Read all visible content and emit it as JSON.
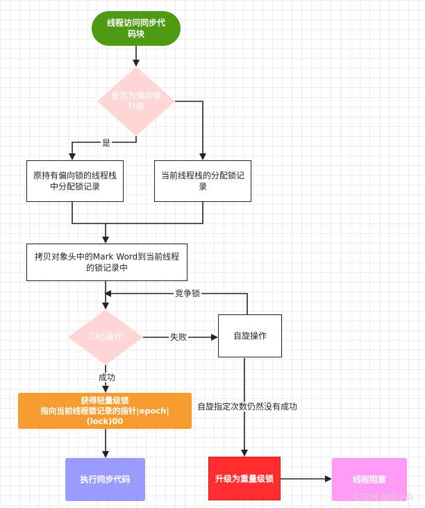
{
  "nodes": {
    "start": "线程访问同步代码块",
    "decision_bias": "是否为偏向锁升级",
    "bias_stack": "原持有偏向锁的线程栈中分配锁记录",
    "current_stack": "当前线程栈的分配锁记录",
    "copy_mark_word": "拷贝对象头中的Mark Word到当前线程的锁记录中",
    "cas": "CAS操作",
    "spin": "自旋操作",
    "lightweight_line1": "获得轻量级锁",
    "lightweight_line2": "指向当前线程锁记录的指针|epoch|(lock)00",
    "execute": "执行同步代码",
    "heavyweight": "升级为重量级锁",
    "blocked": "线程阻塞"
  },
  "edge_labels": {
    "yes": "是",
    "contend": "竞争锁",
    "fail": "失败",
    "success": "成功",
    "spin_limit": "自旋指定次数仍然没有成功"
  },
  "watermark": "CSDN @庄小焱",
  "colors": {
    "start": "#4f9a13",
    "diamond": "#ffd6d6",
    "lightweight": "#f59b2f",
    "execute": "#9a9aff",
    "heavyweight": "#ff2d2d",
    "blocked": "#ff9af5"
  }
}
